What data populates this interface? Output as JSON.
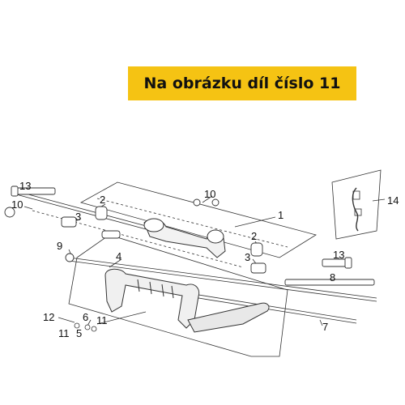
{
  "banner": {
    "text": "Na obrázku díl číslo 11"
  },
  "colors": {
    "banner": "#f5c313",
    "linework": "#333333"
  },
  "callouts": [
    "13",
    "10",
    "2",
    "3",
    "1",
    "10",
    "2",
    "3",
    "9",
    "4",
    "13",
    "8",
    "12",
    "6",
    "11",
    "11",
    "5",
    "7",
    "14"
  ]
}
